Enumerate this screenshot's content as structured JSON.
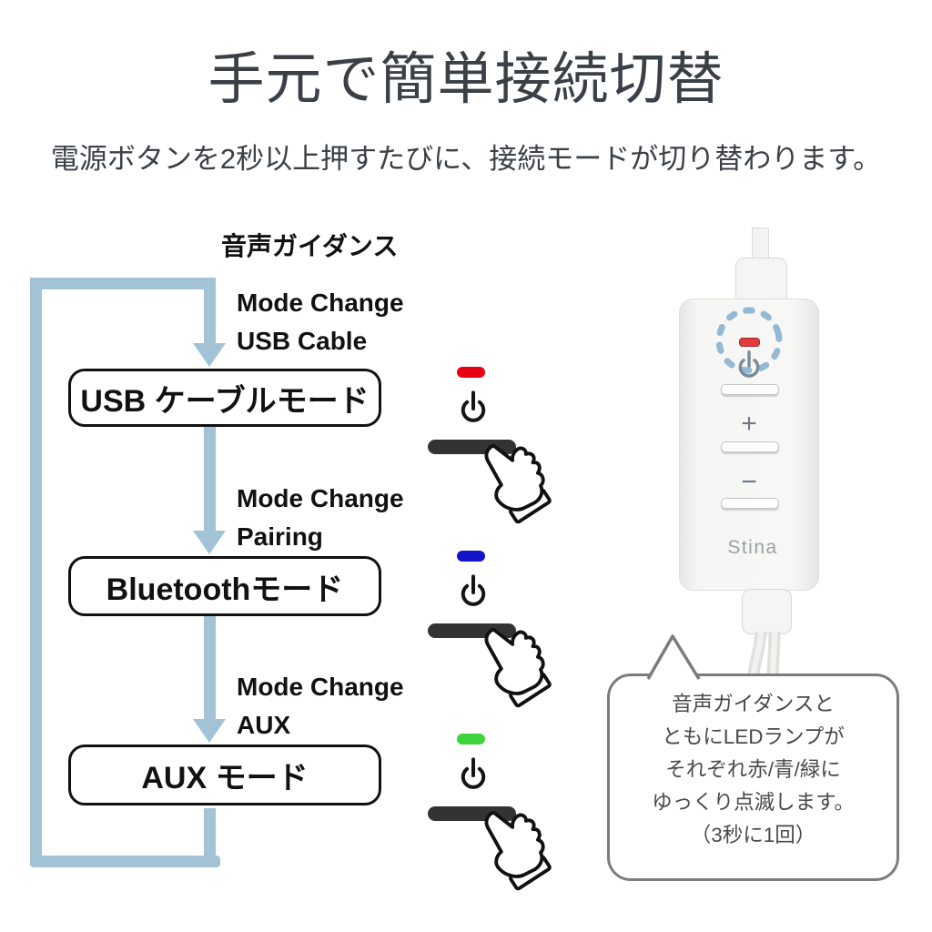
{
  "header": {
    "title": "手元で簡単接続切替",
    "subtitle": "電源ボタンを2秒以上押すたびに、接続モードが切り替わります。"
  },
  "flow": {
    "heading": "音声ガイダンス",
    "steps": [
      {
        "transition": [
          "Mode Change",
          "USB Cable"
        ],
        "mode_label": "USB ケーブルモード",
        "led": "red",
        "led_color": "#e60012"
      },
      {
        "transition": [
          "Mode Change",
          "Pairing"
        ],
        "mode_label": "Bluetoothモード",
        "led": "blue",
        "led_color": "#1216c8"
      },
      {
        "transition": [
          "Mode Change",
          "AUX"
        ],
        "mode_label": "AUX モード",
        "led": "green",
        "led_color": "#3ed43e"
      }
    ]
  },
  "device": {
    "brand": "Stina",
    "volume_up": "+",
    "volume_down": "−",
    "led_color": "#e23c3c"
  },
  "callout": {
    "lines": [
      "音声ガイダンスと",
      "ともにLEDランプが",
      "それぞれ赤/青/緑に",
      "ゆっくり点滅します。",
      "（3秒に1回）"
    ]
  },
  "colors": {
    "flow_accent_blue": "#a2c3d6",
    "press_bar_dark": "#333333",
    "highlight_dashed_blue": "#93b9d4"
  }
}
